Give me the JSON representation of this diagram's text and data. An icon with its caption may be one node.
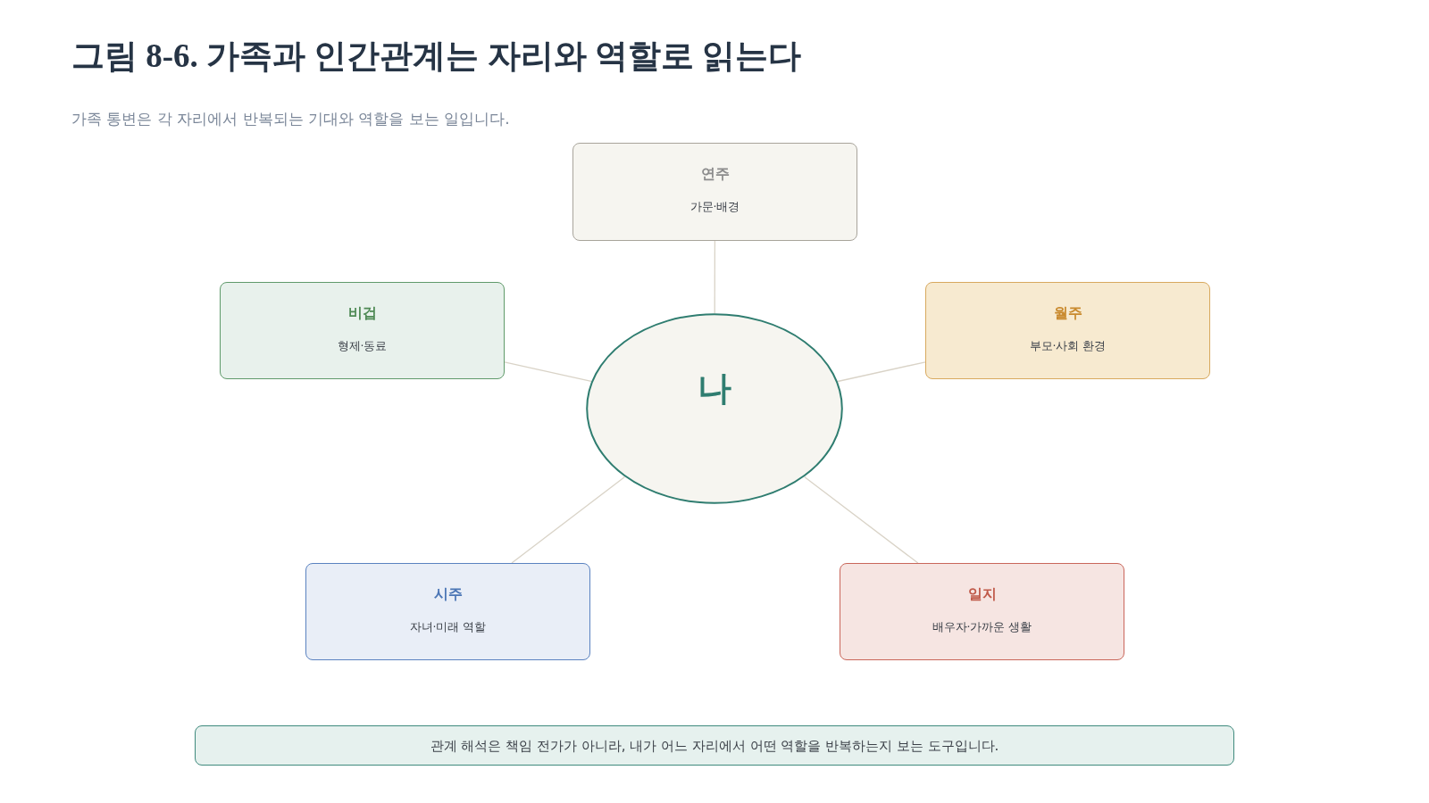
{
  "diagram": {
    "title": "그림 8-6. 가족과 인간관계는 자리와 역할로 읽는다",
    "nodes": [
      {
        "text": [
          "연주",
          "가문·배경"
        ]
      },
      {
        "text": [
          "비겁",
          "형제·동료"
        ]
      },
      {
        "text": [
          "월주",
          "부모·사회 환경"
        ]
      },
      {
        "text": [
          "나"
        ]
      },
      {
        "text": [
          "시주",
          "자녀·미래 역할"
        ]
      },
      {
        "text": [
          "일지",
          "배우자·가까운 생활"
        ]
      },
      {
        "text": [
          "관계 해석은 책임 전가가 아니라, 내가 어느 자리에서 어떤 역할을 반복하는지 보는 도구입니다."
        ]
      }
    ],
    "edges": [
      {
        "from": 3,
        "to": 0,
        "arrow": "none"
      },
      {
        "from": 3,
        "to": 1,
        "arrow": "none"
      },
      {
        "from": 3,
        "to": 2,
        "arrow": "none"
      },
      {
        "from": 3,
        "to": 4,
        "arrow": "none"
      },
      {
        "from": 3,
        "to": 5,
        "arrow": "none"
      }
    ],
    "labels": [
      "가족 통변은 각 자리에서 반복되는 기대와 역할을 보는 일입니다."
    ]
  }
}
